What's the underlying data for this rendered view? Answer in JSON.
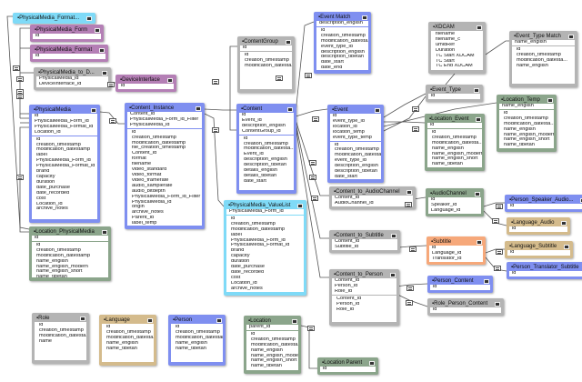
{
  "colors": {
    "blue": "#7f8ff0",
    "purple": "#b47fb5",
    "gray": "#b4b4b4",
    "green": "#8ba58b",
    "tan": "#d4bb8c",
    "cyan": "#7fdaf7",
    "orange": "#f6a87a"
  },
  "tables": [
    {
      "name": "PhysicalMedia_Format...",
      "color": "cyan",
      "keys": [],
      "fields": []
    },
    {
      "name": "PhysicalMedia_Form",
      "color": "purple",
      "keys": [
        "id"
      ],
      "fields": []
    },
    {
      "name": "PhysicalMedia_Format",
      "color": "purple",
      "keys": [
        "id"
      ],
      "fields": []
    },
    {
      "name": "PhysicalMedia_to_D...",
      "color": "gray",
      "keys": [
        "PhysicalMedia_id",
        "DeviceInterface_id"
      ],
      "fields": []
    },
    {
      "name": "DeviceInterface",
      "color": "purple",
      "keys": [
        "id"
      ],
      "fields": []
    },
    {
      "name": "PhysicalMedia",
      "color": "blue",
      "keys": [
        "id",
        "PhysicalMedia_Form_id",
        "PhysicalMedia_Format_id",
        "Location_id"
      ],
      "fields": [
        "id",
        "creation_timestamp",
        "modification_datestamp",
        "label",
        "PhysicalMedia_Form_id",
        "PhysicalMedia_Format_id",
        "brand",
        "capacity",
        "duration",
        "date_purchase",
        "date_recorded",
        "cost",
        "Location_id",
        "archive_notes"
      ]
    },
    {
      "name": "Location_PhysicalMedia",
      "color": "green",
      "keys": [
        "id"
      ],
      "fields": [
        "id",
        "creation_timestamp",
        "modification_datestamp",
        "name_english",
        "name_english_modern",
        "name_english_short",
        "name_tibetan"
      ]
    },
    {
      "name": "Content_Instance",
      "color": "blue",
      "keys": [
        "Content_id",
        "PhysicalMedia_Form_id_Filter",
        "PhysicalMedia_id"
      ],
      "fields": [
        "id",
        "creation_timestamp",
        "modification_datestamp",
        "file_creation_timestamp",
        "Content_id",
        "format",
        "filename",
        "video_standard",
        "video_format",
        "video_framerate",
        "audio_samplerate",
        "audio_bitdepth",
        "PhysicalMedia_Form_id_Filter",
        "PhysicalMedia_id",
        "origin",
        "archive_notes",
        "Parent_id",
        "label_temp"
      ]
    },
    {
      "name": "ContentGroup",
      "color": "gray",
      "keys": [
        "id"
      ],
      "fields": [
        "id",
        "creation_timestamp",
        "modification_datesta..."
      ]
    },
    {
      "name": "Content",
      "color": "blue",
      "keys": [
        "id",
        "Event_id",
        "description_english",
        "ContentGroup_id"
      ],
      "fields": [
        "id",
        "creation_timestamp",
        "modification_datesta...",
        "Event_id",
        "description_english",
        "description_tibetan",
        "details_english",
        "details_tibetan",
        "date_start"
      ]
    },
    {
      "name": "PhysicalMedia_ValueList",
      "color": "cyan",
      "keys": [
        "PhysicalMedia_Form_id"
      ],
      "fields": [
        "id",
        "creation_timestamp",
        "modification_datestamp",
        "label",
        "PhysicalMedia_Form_id",
        "PhysicalMedia_Format_id",
        "brand",
        "capacity",
        "duration",
        "date_purchase",
        "date_recorded",
        "cost",
        "Location_id",
        "archive_notes"
      ]
    },
    {
      "name": "Event Match",
      "color": "blue",
      "keys": [
        "description_english"
      ],
      "fields": [
        "id",
        "creation_timestamp",
        "modification_datesta...",
        "event_type_id",
        "description_english",
        "description_tibetan",
        "date_start",
        "date_end"
      ]
    },
    {
      "name": "Event",
      "color": "blue",
      "keys": [
        "id",
        "event_type_id",
        "location_id",
        "location_temp",
        "event_type_temp"
      ],
      "fields": [
        "id",
        "creation_timestamp",
        "modification_datesta...",
        "event_type_id",
        "description_english",
        "description_tibetan",
        "date_start",
        "date_end"
      ]
    },
    {
      "name": "XDCAM",
      "color": "gray",
      "keys": [],
      "fields": [
        "filename",
        "filename_c",
        "umidRef",
        "Duration",
        "TC Start XDCAM",
        "TC Start",
        "TC End XDCAM"
      ]
    },
    {
      "name": "Event_Type Match",
      "color": "gray",
      "keys": [
        "name_english"
      ],
      "fields": [
        "id",
        "creation_timestamp",
        "modification_datesta...",
        "name_english"
      ]
    },
    {
      "name": "Event_Type",
      "color": "gray",
      "keys": [
        "id"
      ],
      "fields": []
    },
    {
      "name": "Location_Temp",
      "color": "green",
      "keys": [
        "name_english"
      ],
      "fields": [
        "id",
        "creation_timestamp",
        "modification_datesta...",
        "name_english",
        "name_english_modern",
        "name_english_short",
        "name_tibetan"
      ]
    },
    {
      "name": "Location_Event",
      "color": "green",
      "keys": [
        "id"
      ],
      "fields": [
        "id",
        "creation_timestamp",
        "modification_datesta...",
        "name_english",
        "name_english_modern",
        "name_english_short",
        "name_tibetan"
      ]
    },
    {
      "name": "Content_to_AudioChannel",
      "color": "gray",
      "keys": [
        "Content_id",
        "AudioChannel_id"
      ],
      "fields": []
    },
    {
      "name": "AudioChannel",
      "color": "green",
      "keys": [
        "id",
        "Speaker_id",
        "Language_id"
      ],
      "fields": []
    },
    {
      "name": "Person_Speaker_Audio...",
      "color": "blue",
      "keys": [
        "id"
      ],
      "fields": []
    },
    {
      "name": "Language_Audio",
      "color": "tan",
      "keys": [
        "id"
      ],
      "fields": []
    },
    {
      "name": "Content_to_Subtitle",
      "color": "gray",
      "keys": [
        "Content_id",
        "Subtitle_id"
      ],
      "fields": []
    },
    {
      "name": "Subtitle",
      "color": "orange",
      "keys": [
        "id",
        "Language_id",
        "Translator_id"
      ],
      "fields": []
    },
    {
      "name": "Language_Subtitle",
      "color": "tan",
      "keys": [
        "id"
      ],
      "fields": []
    },
    {
      "name": "Person_Translator_Subtitle",
      "color": "blue",
      "keys": [
        "id"
      ],
      "fields": []
    },
    {
      "name": "Content_to_Person",
      "color": "gray",
      "keys": [
        "Content_id",
        "Person_id",
        "Role_id"
      ],
      "fields": [
        "Content_id",
        "Person_id",
        "Role_id"
      ]
    },
    {
      "name": "Person_Content",
      "color": "blue",
      "keys": [
        "id"
      ],
      "fields": []
    },
    {
      "name": "Role_Person_Content",
      "color": "gray",
      "keys": [
        "id"
      ],
      "fields": []
    },
    {
      "name": "Role",
      "color": "gray",
      "keys": [],
      "fields": [
        "id",
        "creation_timestamp",
        "modification_datesta...",
        "name"
      ]
    },
    {
      "name": "Language",
      "color": "tan",
      "keys": [],
      "fields": [
        "id",
        "creation_timestamp",
        "modification_datesta...",
        "name_english",
        "name_tibetan"
      ]
    },
    {
      "name": "Person",
      "color": "blue",
      "keys": [],
      "fields": [
        "id",
        "creation_timestamp",
        "modification_datestamp",
        "name_english",
        "name_tibetan"
      ]
    },
    {
      "name": "Location",
      "color": "green",
      "keys": [
        "parent_id"
      ],
      "fields": [
        "id",
        "creation_timestamp",
        "modification_datesta...",
        "name_english",
        "name_english_modern",
        "name_english_short",
        "name_tibetan"
      ]
    },
    {
      "name": "Location Parent",
      "color": "green",
      "keys": [
        "id"
      ],
      "fields": []
    }
  ]
}
